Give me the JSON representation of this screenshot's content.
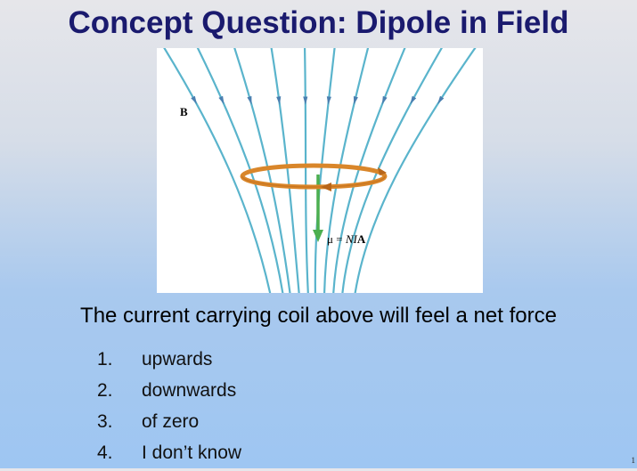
{
  "slide": {
    "title": "Concept Question: Dipole in Field",
    "question": "The current carrying coil above will feel a net force",
    "choices": [
      {
        "number": "1.",
        "label": "upwards"
      },
      {
        "number": "2.",
        "label": "downwards"
      },
      {
        "number": "3.",
        "label": "of zero"
      },
      {
        "number": "4.",
        "label": "I don’t know"
      }
    ],
    "page_number": "1"
  },
  "figure": {
    "field_label": "B",
    "moment_label_prefix": "μ = ",
    "moment_label_italic": "NI",
    "moment_label_bold": "A",
    "colors": {
      "field_lines": "#5ab4cc",
      "coil": "#d9862a",
      "coil_dark": "#b8661a",
      "moment_arrow": "#4caf50"
    },
    "icons": [
      "field-line-arrow",
      "coil-loop",
      "magnetic-moment-arrow"
    ]
  }
}
